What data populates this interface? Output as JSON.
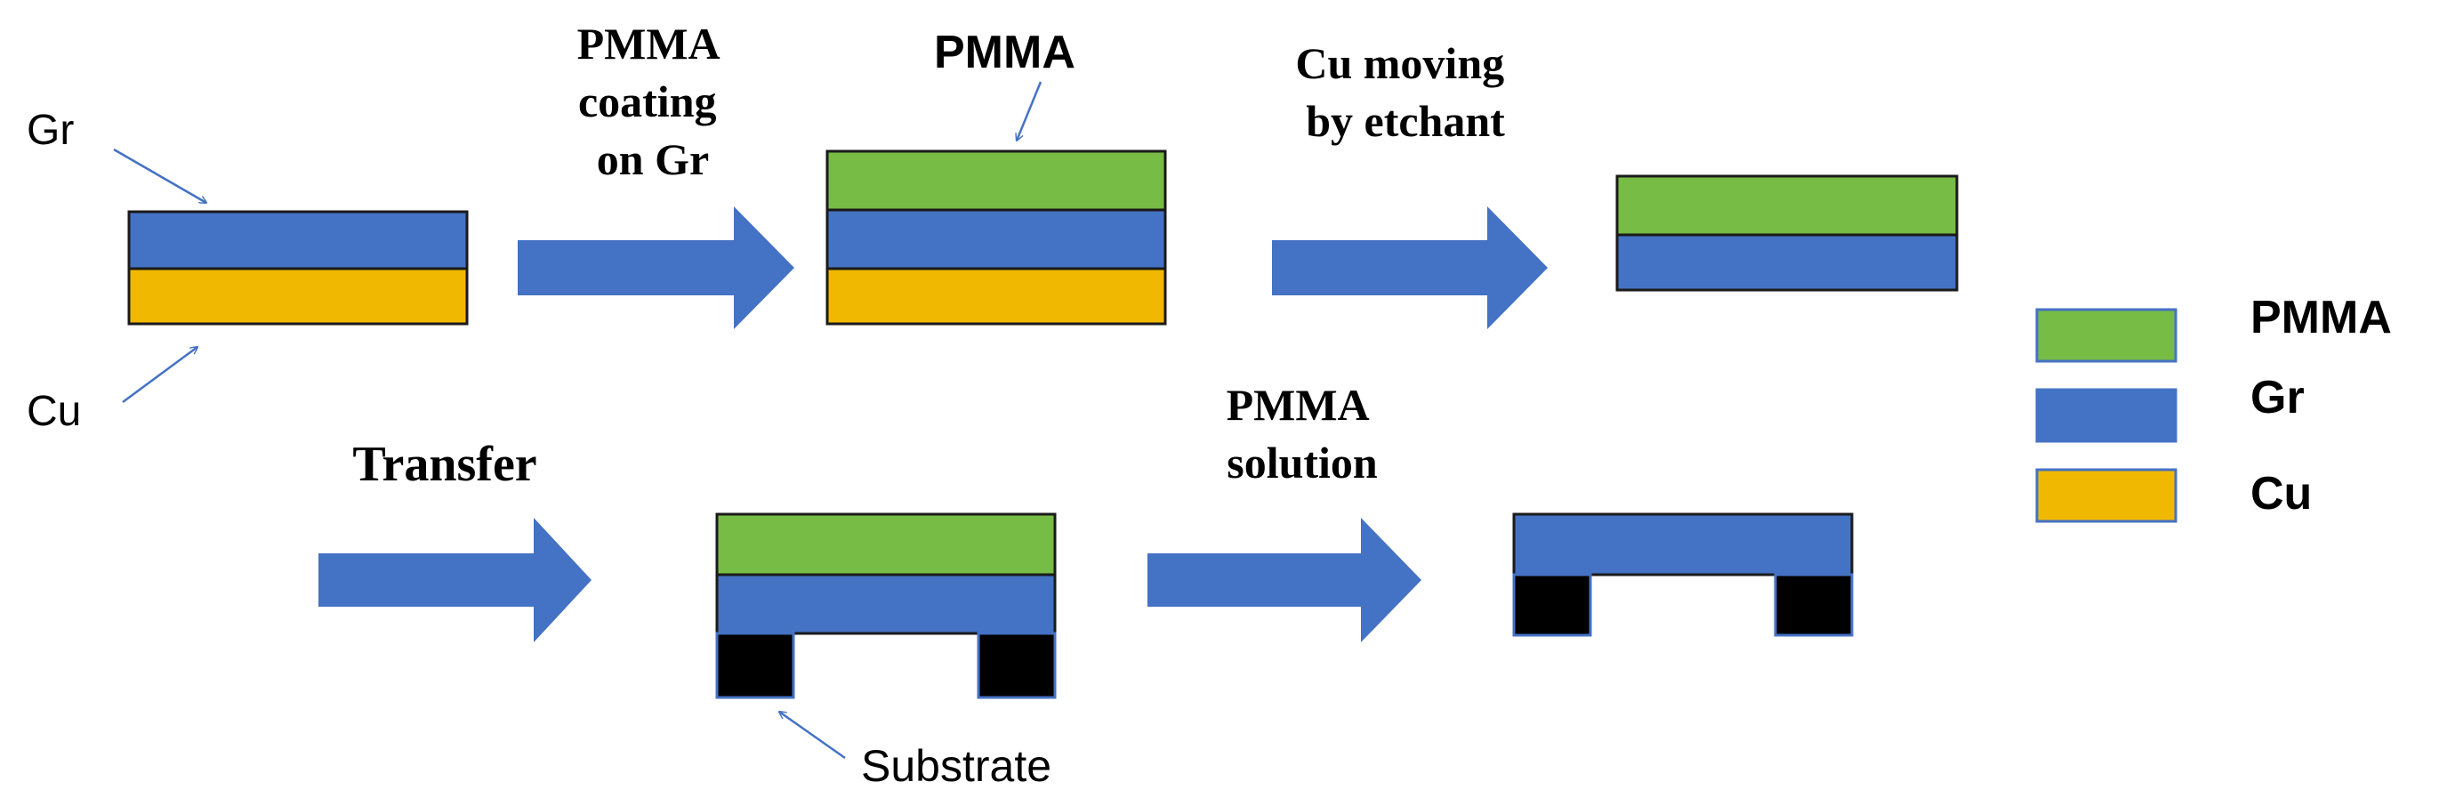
{
  "colors": {
    "pmma": "#77bc44",
    "graphene": "#4472c4",
    "copper": "#f1b800",
    "substrate": "#000000",
    "arrow": "#4472c4",
    "pointer": "#4472c4",
    "outline": "#1a1a1a"
  },
  "labels": {
    "gr_pointer": "Gr",
    "cu_pointer": "Cu",
    "pmma_pointer": "PMMA",
    "substrate_pointer": "Substrate"
  },
  "steps": {
    "coating": [
      "PMMA",
      "coating",
      "on Gr"
    ],
    "etching": [
      "Cu moving",
      "by etchant"
    ],
    "transfer": [
      "Transfer"
    ],
    "removal": [
      "PMMA",
      "solution"
    ]
  },
  "legend": [
    {
      "label": "PMMA",
      "color": "#77bc44"
    },
    {
      "label": "Gr",
      "color": "#4472c4"
    },
    {
      "label": "Cu",
      "color": "#f1b800"
    }
  ]
}
